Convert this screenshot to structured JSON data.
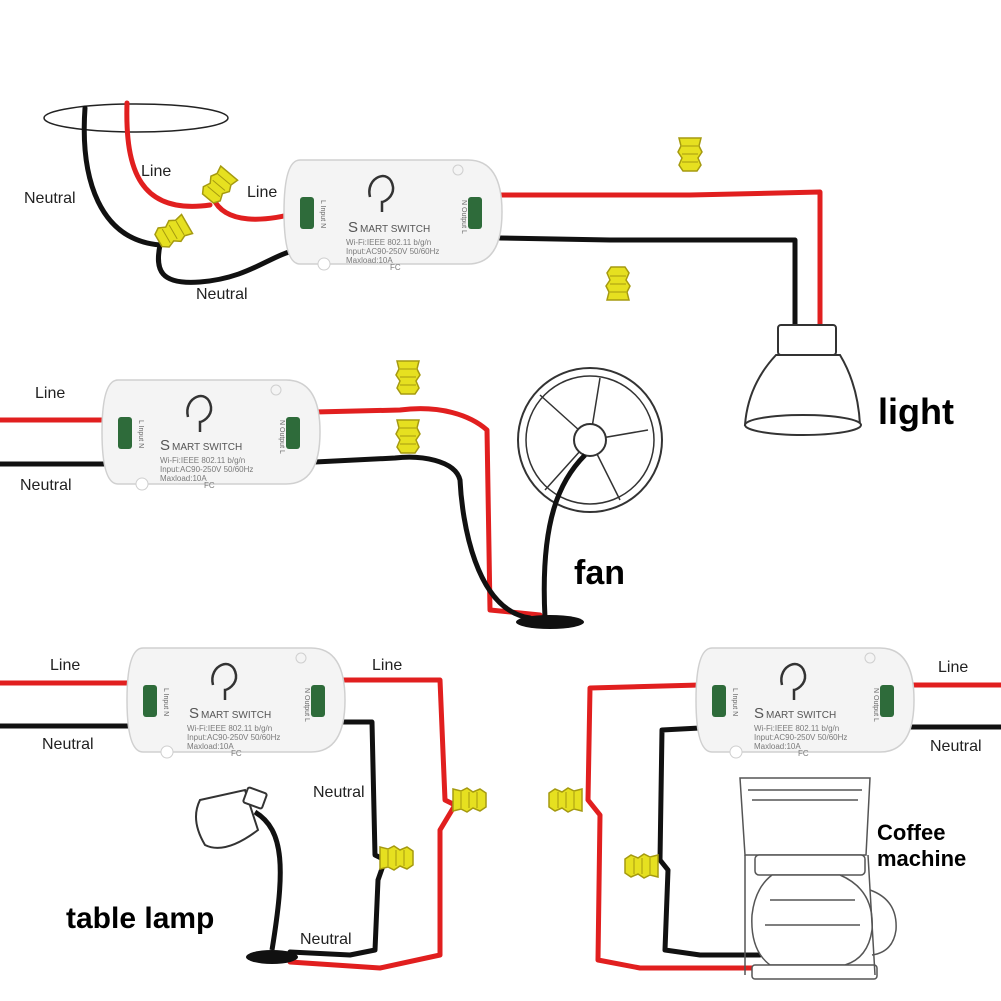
{
  "colors": {
    "line_wire": "#e11f1f",
    "neutral_wire": "#111111",
    "connector": "#e6e020",
    "switch_body": "#f4f4f4",
    "switch_outline": "#d4d4d4",
    "terminal": "#2e6b3a"
  },
  "switch_labels": {
    "title_s": "S",
    "title_rest": "MART SWITCH",
    "spec_wifi": "Wi-Fi:IEEE 802.11 b/g/n",
    "spec_input": "Input:AC90-250V 50/60Hz",
    "spec_load": "Maxload:10A",
    "port_in": "L Input N",
    "port_out": "N Output L",
    "fc_mark": "FC"
  },
  "diagram1": {
    "line_label_a": "Line",
    "line_label_b": "Line",
    "neutral_label_a": "Neutral",
    "neutral_label_b": "Neutral",
    "device": "light"
  },
  "diagram2": {
    "line_label": "Line",
    "neutral_label": "Neutral",
    "device": "fan"
  },
  "diagram3": {
    "line_label_in": "Line",
    "neutral_label_in": "Neutral",
    "line_label_out": "Line",
    "neutral_label_mid": "Neutral",
    "neutral_label_bottom": "Neutral",
    "device": "table lamp"
  },
  "diagram4": {
    "line_label": "Line",
    "neutral_label": "Neutral",
    "device_line1": "Coffee",
    "device_line2": "machine"
  }
}
